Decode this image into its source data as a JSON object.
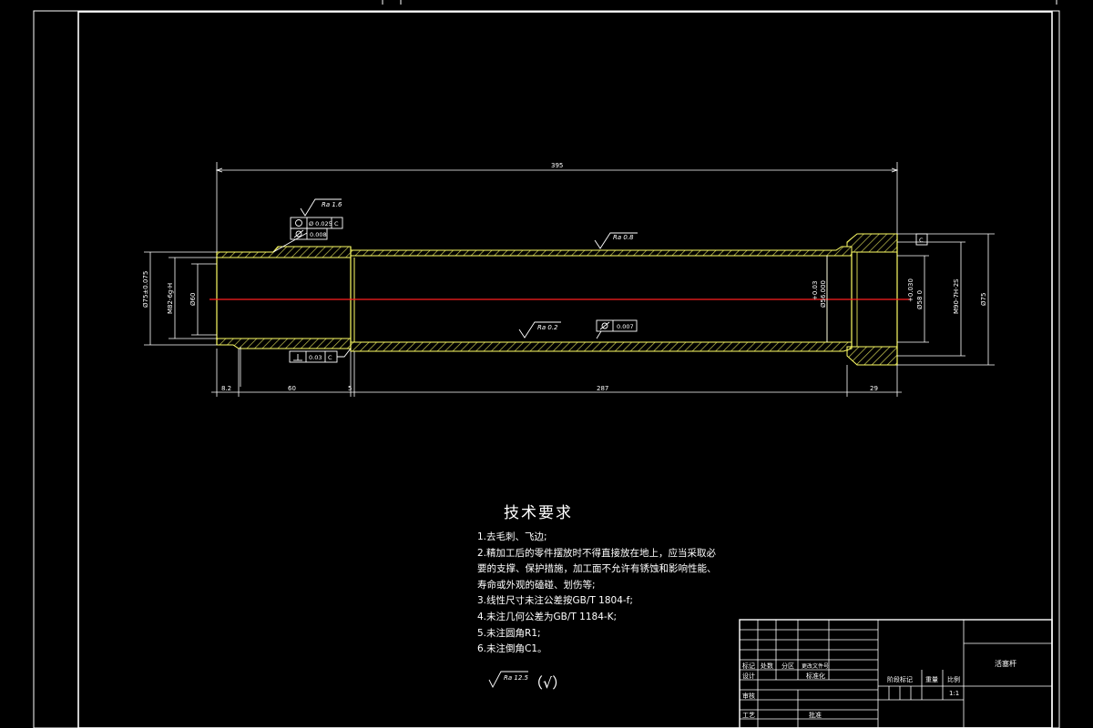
{
  "dimensions": {
    "overall_length": "395",
    "seg_left": "8.2",
    "seg_1": "60",
    "seg_2": "5",
    "seg_3": "287",
    "seg_4": "29",
    "left_outer_dia": "Ø75±0.075",
    "left_thread": "M82-6g-H",
    "left_bore": "Ø60",
    "mid_tol_upper": "+0.03",
    "mid_bore": "Ø56.000",
    "right_tol_upper": "+0.030",
    "right_bore": "Ø58 0",
    "right_thread": "M90-7H-2S",
    "right_outer": "Ø75"
  },
  "annotations": {
    "roughness_left": "Ra 1.6",
    "roughness_top": "Ra 0.8",
    "roughness_bottom": "Ra 0.2",
    "gdt_1_value": "Ø 0.025",
    "gdt_1_datum": "C",
    "gdt_2_value": "0.008",
    "gdt_3_value": "0.007",
    "gdt_4_value": "0.03",
    "gdt_4_datum": "C",
    "datum_right": "C"
  },
  "tech_requirements": {
    "title": "技术要求",
    "items": [
      "1.去毛刺、飞边;",
      "2.精加工后的零件摆放时不得直接放在地上，应当采取必",
      "要的支撑、保护措施，加工面不允许有锈蚀和影响性能、",
      "寿命或外观的磕碰、划伤等;",
      "3.线性尺寸未注公差按GB/T 1804-f;",
      "4.未注几何公差为GB/T 1184-K;",
      "5.未注圆角R1;",
      "6.未注倒角C1。"
    ],
    "general_roughness": "Ra 12.5",
    "general_roughness_paren": "（√）"
  },
  "title_block": {
    "part_name": "活塞杆",
    "h_mark": "标记",
    "h_count": "处数",
    "h_zone": "分区",
    "h_doc": "更改文件号",
    "h_design": "设计",
    "h_standard": "标准化",
    "h_review": "审核",
    "h_process": "工艺",
    "h_approve": "批准",
    "h_stage": "阶段标记",
    "h_weight": "重量",
    "h_scale": "比例",
    "scale_value": "1:1"
  },
  "colors": {
    "line": "#ffffff",
    "outline": "#ffff66",
    "centerline": "#ff2020",
    "hatch": "#c8c850",
    "background": "#000000"
  }
}
